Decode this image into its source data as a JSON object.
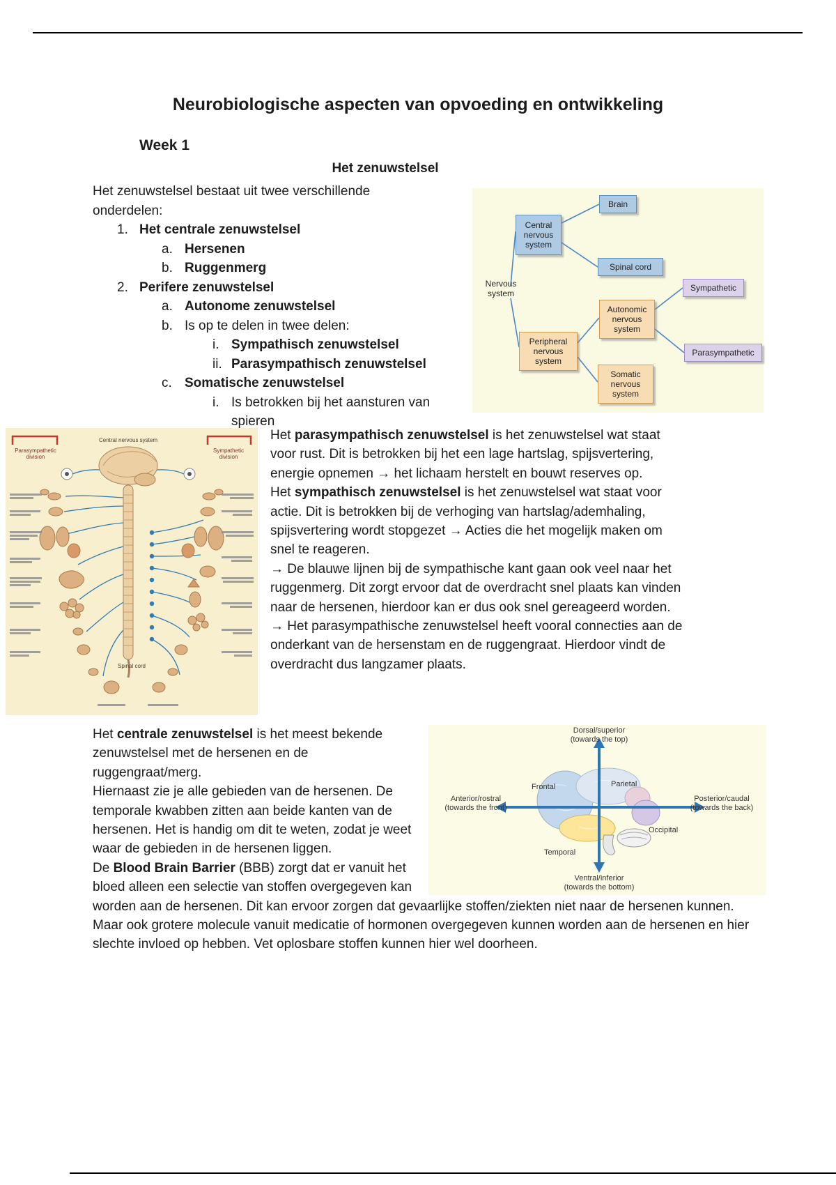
{
  "page": {
    "title": "Neurobiologische aspecten van opvoeding en ontwikkeling",
    "week_heading": "Week 1",
    "section_heading": "Het zenuwstelsel"
  },
  "intro": {
    "lead": "Het zenuwstelsel bestaat uit twee verschillende onderdelen:",
    "outline": [
      {
        "marker": "1.",
        "text": "Het centrale zenuwstelsel"
      },
      {
        "marker": "a.",
        "text": "Hersenen"
      },
      {
        "marker": "b.",
        "text": "Ruggenmerg"
      },
      {
        "marker": "2.",
        "text": "Perifere zenuwstelsel"
      },
      {
        "marker": "a.",
        "text": "Autonome zenuwstelsel"
      },
      {
        "marker": "b.",
        "text": "Is op te delen in twee delen:"
      },
      {
        "marker": "i.",
        "text": "Sympathisch zenuwstelsel"
      },
      {
        "marker": "ii.",
        "text": "Parasympathisch zenuwstelsel"
      },
      {
        "marker": "c.",
        "text": "Somatische zenuwstelsel"
      },
      {
        "marker": "i.",
        "text": "Is betrokken bij het aansturen van spieren"
      }
    ]
  },
  "ns_diagram": {
    "bg": "#fafae3",
    "line_color": "#4a86c8",
    "nodes": {
      "nervous": "Nervous system",
      "central": "Central nervous system",
      "brain": "Brain",
      "spinal": "Spinal cord",
      "peripheral": "Peripheral nervous system",
      "autonomic": "Autonomic nervous system",
      "somatic": "Somatic nervous system",
      "sympathetic": "Sympathetic",
      "parasympathetic": "Parasympathetic"
    }
  },
  "ans_figure": {
    "labels": {
      "cns": "Central nervous system",
      "para_division": "Parasympathetic division",
      "symp_division": "Sympathetic division",
      "spinal_cord": "Spinal cord"
    }
  },
  "parasym_text": {
    "p1": [
      {
        "t": "Het ",
        "b": false
      },
      {
        "t": "parasympathisch zenuwstelsel",
        "b": true
      },
      {
        "t": " is het zenuwstelsel wat staat voor rust. Dit is betrokken bij het een lage hartslag, spijsvertering, energie opnemen → het lichaam herstelt en bouwt reserves op.",
        "b": false
      }
    ],
    "p2": [
      {
        "t": "Het ",
        "b": false
      },
      {
        "t": "sympathisch zenuwstelsel",
        "b": true
      },
      {
        "t": " is het zenuwstelsel wat staat voor actie. Dit is betrokken bij de verhoging van hartslag/ademhaling, spijsvertering wordt stopgezet → Acties die het mogelijk maken om snel te reageren.",
        "b": false
      }
    ],
    "p3": [
      {
        "t": "→ De blauwe lijnen bij de sympathische kant gaan ook veel naar het ruggenmerg. Dit zorgt ervoor dat de overdracht snel plaats kan vinden naar de hersenen, hierdoor kan er dus ook snel gereageerd worden.",
        "b": false
      }
    ],
    "p4": [
      {
        "t": "→ Het parasympathische zenuwstelsel heeft vooral connecties aan de onderkant van de hersenstam en de ruggengraat. Hierdoor vindt de overdracht dus langzamer plaats.",
        "b": false
      }
    ]
  },
  "central_text": {
    "p1": [
      {
        "t": "Het ",
        "b": false
      },
      {
        "t": "centrale zenuwstelsel",
        "b": true
      },
      {
        "t": " is het meest bekende zenuwstelsel met de hersenen en de ruggengraat/merg.",
        "b": false
      }
    ],
    "p2": [
      {
        "t": "Hiernaast zie je alle gebieden van de hersenen. De temporale kwabben zitten aan beide kanten van de hersenen. Het is handig om dit te weten, zodat je weet waar de gebieden in de hersenen liggen.",
        "b": false
      }
    ],
    "p3": [
      {
        "t": "De ",
        "b": false
      },
      {
        "t": "Blood Brain Barrier",
        "b": true
      },
      {
        "t": " (BBB) zorgt dat er vanuit het bloed alleen een selectie van stoffen overgegeven kan worden aan de hersenen. Dit kan ervoor zorgen dat gevaarlijke stoffen/ziekten niet naar de hersenen kunnen. Maar ook grotere molecule vanuit medicatie of hormonen overgegeven kunnen worden aan de hersenen en hier slechte invloed op hebben. Vet oplosbare stoffen kunnen hier wel doorheen.",
        "b": false
      }
    ]
  },
  "brain_diagram": {
    "dorsal": "Dorsal/superior",
    "dorsal_sub": "(towards the top)",
    "anterior": "Anterior/rostral",
    "anterior_sub": "(towards the front)",
    "posterior": "Posterior/caudal",
    "posterior_sub": "(towards the back)",
    "ventral": "Ventral/inferior",
    "ventral_sub": "(towards the bottom)",
    "lobes": {
      "frontal": "Frontal",
      "parietal": "Parietal",
      "occipital": "Occipital",
      "temporal": "Temporal"
    },
    "arrow_color": "#2e75b6"
  }
}
